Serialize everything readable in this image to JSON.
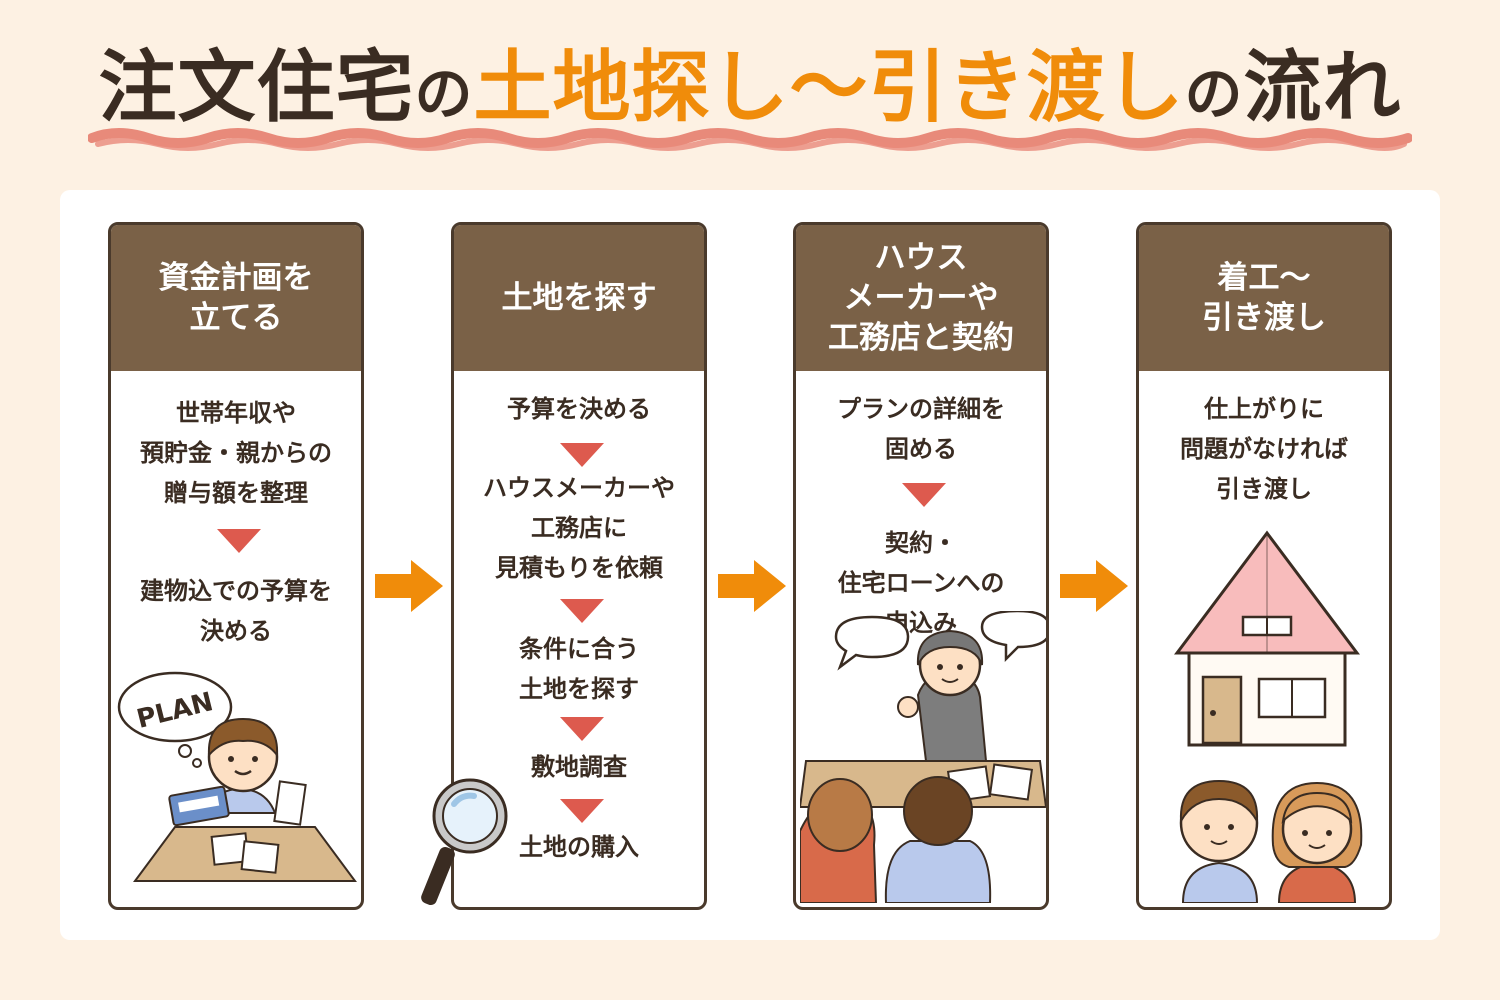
{
  "title": {
    "part1": "注文住宅",
    "part2": "の",
    "part3": "土地探し〜引き渡し",
    "part4": "の",
    "part5": "流れ"
  },
  "colors": {
    "background": "#fdf1e3",
    "header": "#7a6147",
    "accent": "#f08c0a",
    "triangle": "#dd5a4e",
    "border": "#4a3a2c",
    "underline": "#e88a7a"
  },
  "steps": [
    {
      "title": "資金計画を\n立てる",
      "lines": [
        "世帯年収や\n預貯金・親からの\n贈与額を整理",
        "建物込での予算を\n決める"
      ],
      "illustration_text": "PLAN"
    },
    {
      "title": "土地を探す",
      "lines": [
        "予算を決める",
        "ハウスメーカーや\n工務店に\n見積もりを依頼",
        "条件に合う\n土地を探す",
        "敷地調査",
        "土地の購入"
      ]
    },
    {
      "title": "ハウス\nメーカーや\n工務店と契約",
      "lines": [
        "プランの詳細を\n固める",
        "契約・\n住宅ローンへの\n申込み"
      ]
    },
    {
      "title": "着工〜\n引き渡し",
      "lines": [
        "仕上がりに\n問題がなければ\n引き渡し"
      ]
    }
  ]
}
